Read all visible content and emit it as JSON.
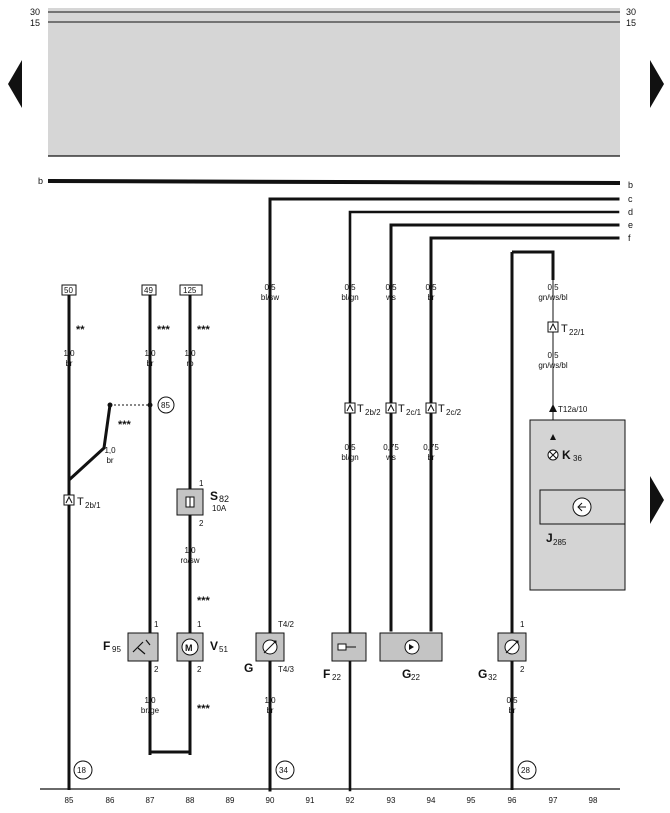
{
  "rails": {
    "top": [
      {
        "left": "30",
        "right": "30"
      },
      {
        "left": "15",
        "right": "15"
      }
    ]
  },
  "buses": [
    {
      "label": "b"
    },
    {
      "label": "c"
    },
    {
      "label": "d"
    },
    {
      "label": "e"
    },
    {
      "label": "f"
    }
  ],
  "origins": [
    {
      "id": "o50",
      "label": "50"
    },
    {
      "id": "o49",
      "label": "49"
    },
    {
      "id": "o125",
      "label": "125"
    }
  ],
  "stars": [
    {
      "id": "s1",
      "text": "**"
    },
    {
      "id": "s2",
      "text": "***"
    },
    {
      "id": "s3",
      "text": "***"
    },
    {
      "id": "s4",
      "text": "***"
    },
    {
      "id": "s5",
      "text": "***"
    },
    {
      "id": "s6",
      "text": "***"
    }
  ],
  "wire_specs": [
    {
      "id": "w1",
      "size": "1,0",
      "color": "br"
    },
    {
      "id": "w2",
      "size": "1,0",
      "color": "br"
    },
    {
      "id": "w3",
      "size": "1,0",
      "color": "ro"
    },
    {
      "id": "w4",
      "size": "1,0",
      "color": "br"
    },
    {
      "id": "w5",
      "size": "1,0",
      "color": "ro/sw"
    },
    {
      "id": "w6",
      "size": "1,0",
      "color": "br/ge"
    },
    {
      "id": "w7",
      "size": "0,5",
      "color": "bl/sw"
    },
    {
      "id": "w8",
      "size": "1,0",
      "color": "br"
    },
    {
      "id": "w9",
      "size": "0,5",
      "color": "bl/gn"
    },
    {
      "id": "w10",
      "size": "0,5",
      "color": "ws"
    },
    {
      "id": "w11",
      "size": "0,5",
      "color": "br"
    },
    {
      "id": "w12",
      "size": "0,5",
      "color": "bl/gn"
    },
    {
      "id": "w13",
      "size": "0,75",
      "color": "ws"
    },
    {
      "id": "w14",
      "size": "0,75",
      "color": "br"
    },
    {
      "id": "w15",
      "size": "0,5",
      "color": "gn/ws/bl"
    },
    {
      "id": "w16",
      "size": "0,5",
      "color": "gn/ws/bl"
    },
    {
      "id": "w17",
      "size": "0,5",
      "color": "br"
    }
  ],
  "connectors": [
    {
      "id": "c1",
      "main": "T",
      "sub": "2b/1"
    },
    {
      "id": "c2",
      "main": "T",
      "sub": "2b/2"
    },
    {
      "id": "c3",
      "main": "T",
      "sub": "2c/1"
    },
    {
      "id": "c4",
      "main": "T",
      "sub": "2c/2"
    },
    {
      "id": "c5",
      "main": "T",
      "sub": "22/1"
    },
    {
      "id": "c6",
      "main": "T12a/10",
      "sub": ""
    }
  ],
  "components": [
    {
      "id": "S",
      "main": "S",
      "sub": "82",
      "extra": "10A"
    },
    {
      "id": "F95",
      "main": "F",
      "sub": "95"
    },
    {
      "id": "V51",
      "main": "V",
      "sub": "51"
    },
    {
      "id": "G",
      "main": "G",
      "sub": ""
    },
    {
      "id": "F22",
      "main": "F",
      "sub": "22"
    },
    {
      "id": "G22",
      "main": "G",
      "sub": "22"
    },
    {
      "id": "G32",
      "main": "G",
      "sub": "32"
    },
    {
      "id": "K36",
      "main": "K",
      "sub": "36"
    },
    {
      "id": "J285",
      "main": "J",
      "sub": "285"
    }
  ],
  "pins": [
    {
      "id": "pS1",
      "text": "1"
    },
    {
      "id": "pS2",
      "text": "2"
    },
    {
      "id": "pF1",
      "text": "1"
    },
    {
      "id": "pF2",
      "text": "2"
    },
    {
      "id": "pV1",
      "text": "1"
    },
    {
      "id": "pV2",
      "text": "2"
    },
    {
      "id": "pG1",
      "text": "T4/2"
    },
    {
      "id": "pG2",
      "text": "T4/3"
    },
    {
      "id": "pG32a",
      "text": "1"
    },
    {
      "id": "pG32b",
      "text": "2"
    }
  ],
  "ground_refs": [
    {
      "id": "g85",
      "text": "85"
    },
    {
      "id": "g18",
      "text": "18"
    },
    {
      "id": "g34",
      "text": "34"
    },
    {
      "id": "g28",
      "text": "28"
    }
  ],
  "track_numbers": [
    "85",
    "86",
    "87",
    "88",
    "89",
    "90",
    "91",
    "92",
    "93",
    "94",
    "95",
    "96",
    "97",
    "98"
  ],
  "colors": {
    "ink": "#111111",
    "shade": "#d4d4d4",
    "component_fill": "#c4c4c4",
    "paper": "#ffffff"
  }
}
